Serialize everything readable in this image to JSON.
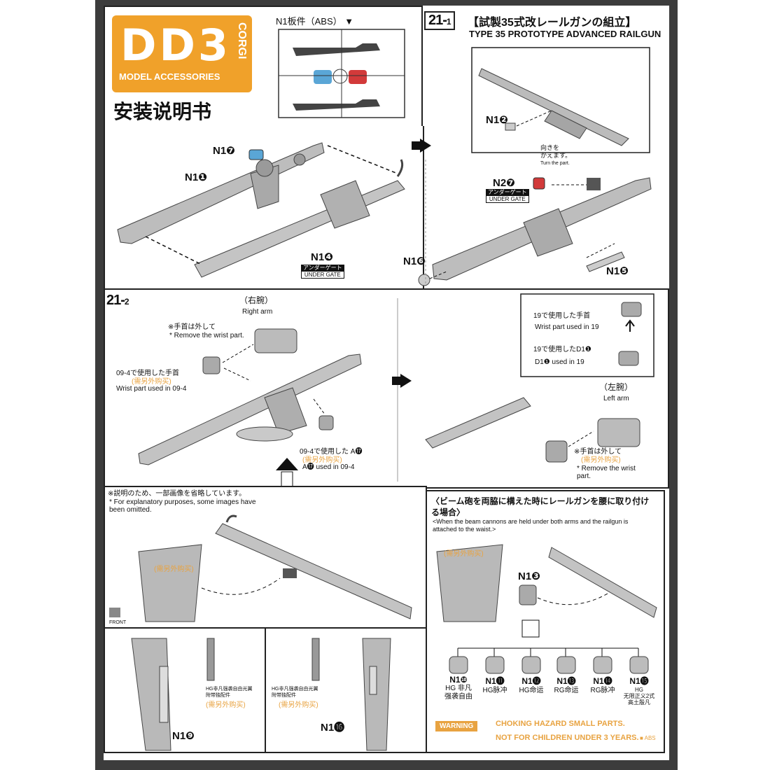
{
  "header": {
    "logo_text": "DD3",
    "logo_sub": "MODEL ACCESSORIES",
    "logo_side": "CORGI",
    "title": "安装说明书",
    "sprue_label": "N1板件（ABS）"
  },
  "step21_1": {
    "number": "21",
    "sub": "1",
    "title_jp": "試製35式改レールガンの組立",
    "title_en": "TYPE 35 PROTOTYPE ADVANCED RAILGUN",
    "parts": {
      "n1_7": "N1❼",
      "n1_1": "N1❶",
      "n1_4": "N1❹",
      "n1_2": "N1❷",
      "n2_7": "N2❼",
      "n1_6": "N1❻",
      "n1_5": "N1❺"
    },
    "under_gate_jp": "アンダーゲート",
    "under_gate_en": "UNDER GATE",
    "turn_jp": "向きを\nかえます。",
    "turn_en": "Turn the part."
  },
  "step21_2": {
    "number": "21",
    "sub": "2",
    "right_arm_jp": "（右腕）",
    "right_arm_en": "Right arm",
    "remove_jp": "※手首は外して",
    "remove_en": "* Remove the wrist part.",
    "wrist09_jp": "09-4で使用した手首",
    "wrist09_en": "Wrist part used in 09-4",
    "a17_jp": "09-4で使用した A⓱",
    "a17_en": "A⓱ used in 09-4",
    "wrist19_jp": "19で使用した手首",
    "wrist19_en": "Wrist part used in 19",
    "d1_jp": "19で使用したD1❶",
    "d1_en": "D1❶ used in 19",
    "left_arm_jp": "（左腕）",
    "left_arm_en": "Left arm",
    "remove2_jp": "※手首は外して",
    "remove2_en": "* Remove the wrist part.",
    "omit_jp": "※説明のため、一部画像を省略しています。",
    "omit_en": "* For explanatory purposes, some images have been omitted.",
    "front": "FRONT",
    "cn_note": "(需另外购买)"
  },
  "beam_box": {
    "title_jp": "〈ビーム砲を両脇に構えた時にレールガンを腰に取り付ける場合〉",
    "title_en": "<When the beam cannons are held under both arms and the railgun is attached to the waist.>",
    "n1_3": "N1❸",
    "heads": [
      {
        "code": "N1❿",
        "label": "HG 非凡\n强袭自由"
      },
      {
        "code": "N1⓫",
        "label": "HG脉冲"
      },
      {
        "code": "N1⓬",
        "label": "HG命运"
      },
      {
        "code": "N1⓭",
        "label": "RG命运"
      },
      {
        "code": "N1⓮",
        "label": "RG脉冲"
      },
      {
        "code": "N1⓯",
        "label": "HG\n无限正义2式\n高土殷凡"
      }
    ]
  },
  "bottom_left": {
    "n1_9": "N1❾",
    "n1_16": "N1⓰",
    "hg_note": "HG非凡强袭自由光翼\n附带独配件",
    "cn_note": "(需另外购买)"
  },
  "warning": {
    "label": "WARNING",
    "choking": "CHOKING HAZARD SMALL PARTS.",
    "not_for": "NOT FOR CHILDREN UNDER 3 YEARS.",
    "abs": "ABS"
  },
  "colors": {
    "frame": "#3c3c3c",
    "logo_orange": "#f0a12a",
    "part_blue": "#5aa6d6",
    "part_red": "#d23a3a",
    "note_orange": "#e8a341"
  }
}
